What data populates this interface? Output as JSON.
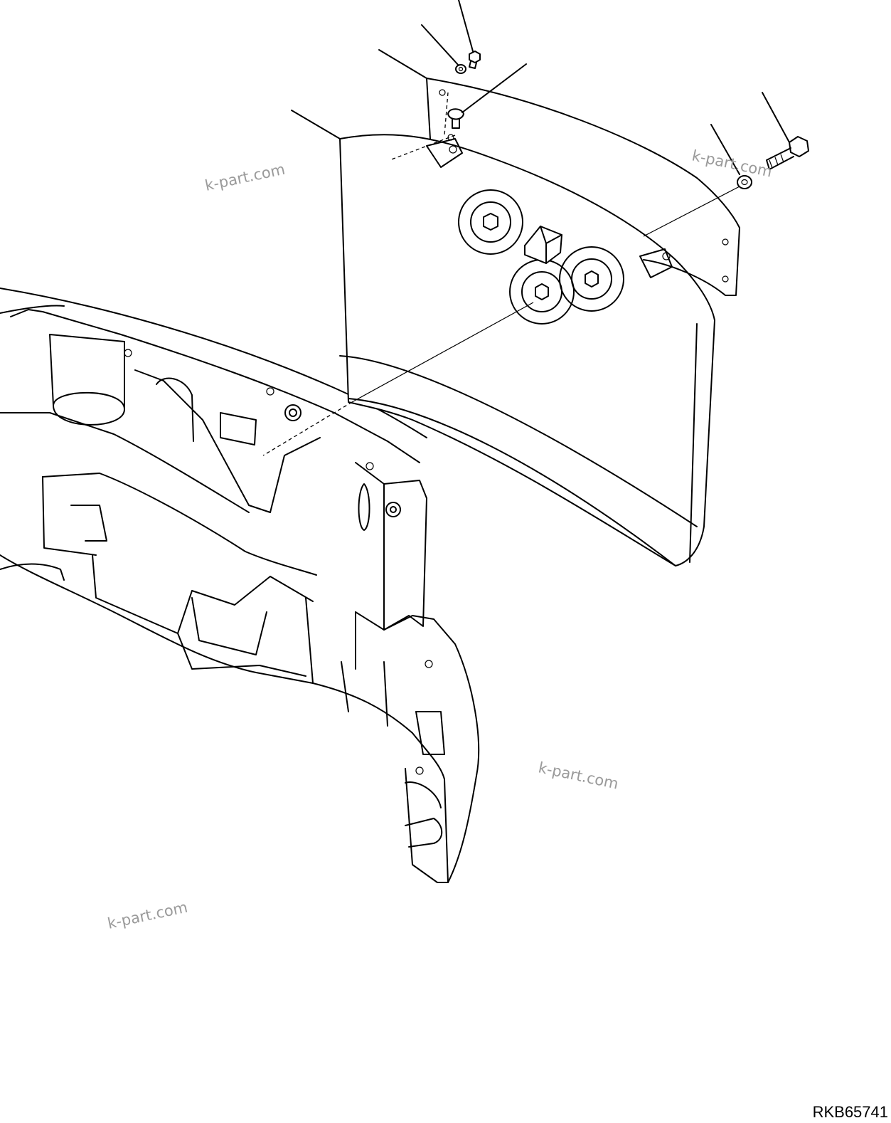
{
  "watermarks": [
    {
      "text": "k-part.com"
    },
    {
      "text": "k-part.com"
    },
    {
      "text": "k-part.com"
    },
    {
      "text": "k-part.com"
    }
  ],
  "drawing_code": "RKB65741",
  "colors": {
    "line": "#000000",
    "watermark": "#9a9a9a",
    "background": "#ffffff"
  }
}
